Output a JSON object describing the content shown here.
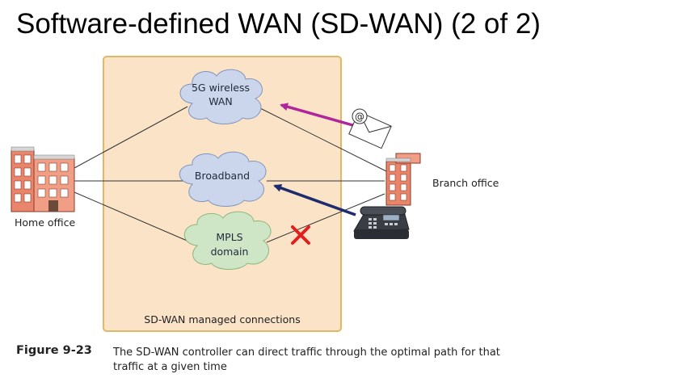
{
  "title": "Software-defined WAN (SD-WAN) (2 of 2)",
  "diagram": {
    "home_office_label": "Home office",
    "branch_office_label": "Branch office",
    "managed_box_label": "SD-WAN managed connections",
    "clouds": {
      "wireless": {
        "line1": "5G wireless",
        "line2": "WAN",
        "color": "#cbd6ec"
      },
      "broadband": {
        "line1": "Broadband",
        "color": "#cbd6ec"
      },
      "mpls": {
        "line1": "MPLS",
        "line2": "domain",
        "color": "#cfe6c6"
      }
    },
    "email_icon_symbol": "@",
    "icons": [
      "building-icon",
      "building-icon",
      "envelope-icon",
      "telephone-icon",
      "blocked-x-icon"
    ],
    "colors": {
      "managed_box_fill": "#fbe3c7",
      "managed_box_border": "#e0b765",
      "email_arrow": "#b0249c",
      "phone_arrow": "#1c2c6e",
      "block_x": "#e02020"
    }
  },
  "caption": {
    "figure_number": "Figure 9-23",
    "text": "The SD-WAN controller can direct traffic through the optimal path for that traffic at a given time"
  }
}
